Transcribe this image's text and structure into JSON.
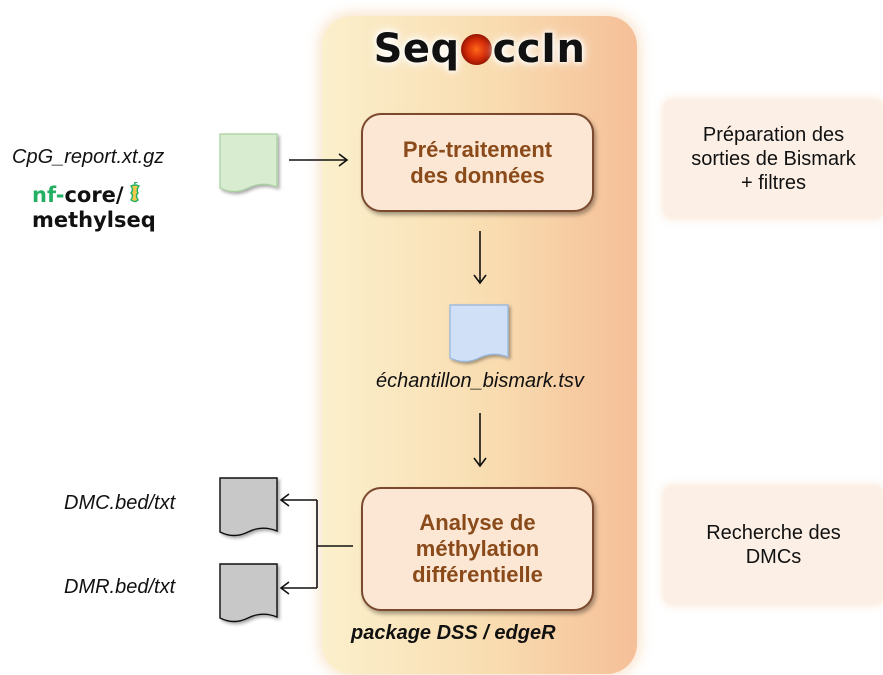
{
  "title": {
    "prefix": "Seq",
    "suffix": "ccIn"
  },
  "process_boxes": {
    "preprocessing": "Pré-traitement\ndes données",
    "analysis": "Analyse de\nméthylation\ndifférentielle"
  },
  "inputs": {
    "file": "CpG_report.xt.gz",
    "source_nf": "nf-",
    "source_core": "core/",
    "source_name": "methylseq"
  },
  "intermediate_file": "échantillon_bismark.tsv",
  "package_label": "package DSS / edgeR",
  "outputs": [
    "DMC.bed/txt",
    "DMR.bed/txt"
  ],
  "descriptions": {
    "step1": "Préparation des\nsorties de Bismark\n+ filtres",
    "step2": "Recherche des\nDMCs"
  },
  "colors": {
    "input_file": "#d8ecd0",
    "intermediate_file": "#cfe0f7",
    "output_file": "#c8c8c8",
    "nf_green": "#24b064",
    "process_text": "#8a4a1a"
  }
}
